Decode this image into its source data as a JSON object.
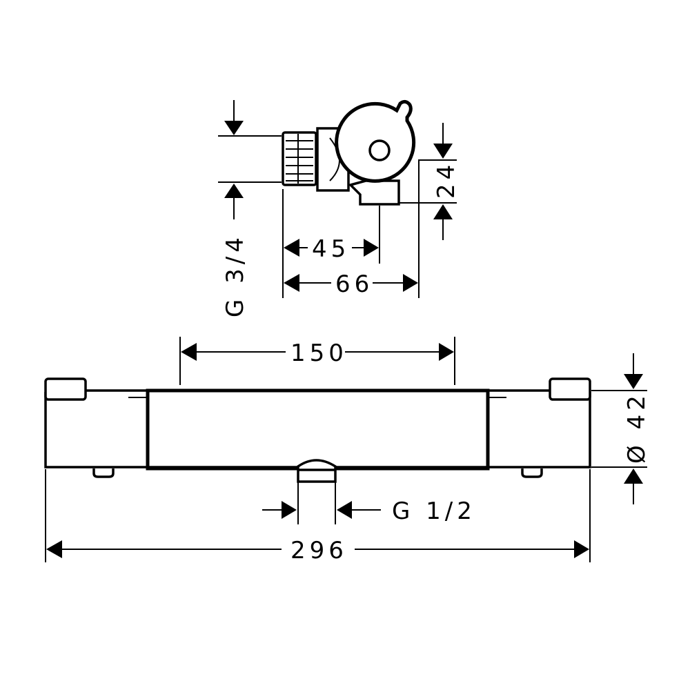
{
  "dimensions": {
    "g_3_4": "G 3/4",
    "d_24": "24",
    "d_45": "45",
    "d_66": "66",
    "d_150": "150",
    "d_42": "Ø 42",
    "g_1_2": "G 1/2",
    "d_296": "296"
  }
}
